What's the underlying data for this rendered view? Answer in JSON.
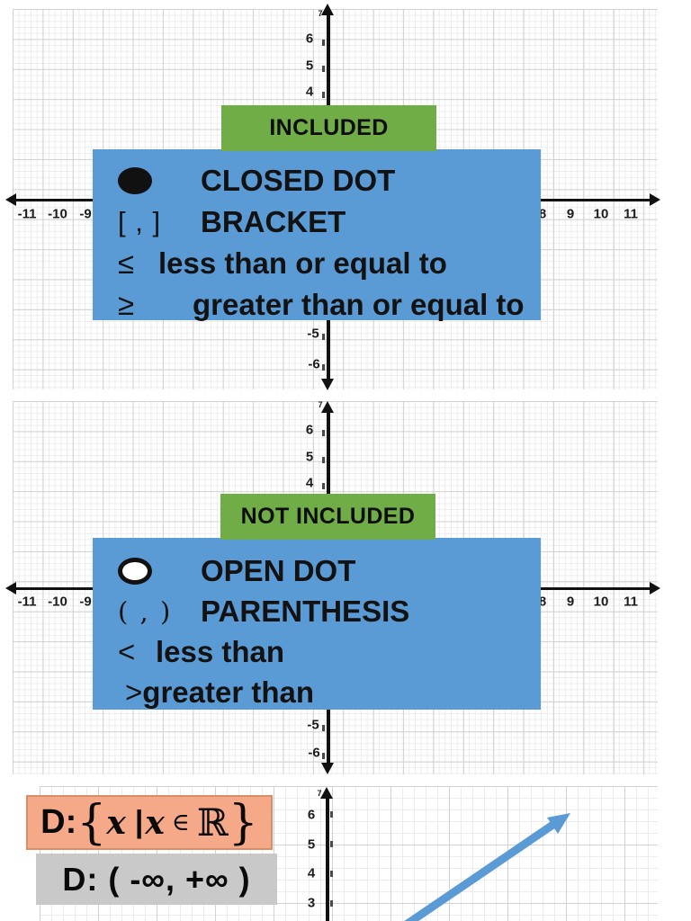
{
  "colors": {
    "box_blue": "#5b9bd5",
    "badge_green": "#70ad47",
    "domain_salmon": "#f6a988",
    "domain_gray": "#c9c9c9",
    "arrow_blue": "#5b9bd5"
  },
  "panel_included": {
    "badge": "INCLUDED",
    "axis": {
      "y_top_labels": [
        "7",
        "6",
        "5",
        "4"
      ],
      "y_bottom_labels": [
        "-5",
        "-6"
      ],
      "x_left_labels": [
        "-11",
        "-10",
        "-9"
      ],
      "x_right_labels": [
        "8",
        "9",
        "10",
        "11"
      ]
    },
    "rows": [
      {
        "icon": "closed-dot",
        "label": "CLOSED DOT"
      },
      {
        "symbol": "[ , ]",
        "label": "BRACKET"
      },
      {
        "symbol": "≤",
        "label": "less than or equal to"
      },
      {
        "symbol": "≥",
        "label": "greater than or equal to"
      }
    ]
  },
  "panel_not_included": {
    "badge": "NOT INCLUDED",
    "axis": {
      "y_top_labels": [
        "7",
        "6",
        "5",
        "4"
      ],
      "y_bottom_labels": [
        "-5",
        "-6"
      ],
      "x_left_labels": [
        "-11",
        "-10",
        "-9"
      ],
      "x_right_labels": [
        "8",
        "9",
        "10",
        "11"
      ]
    },
    "rows": [
      {
        "icon": "open-dot",
        "label": "OPEN DOT"
      },
      {
        "symbol": "( , )",
        "label": "PARENTHESIS"
      },
      {
        "symbol": "<",
        "label": "less than"
      },
      {
        "symbol": ">",
        "label": "greater than"
      }
    ]
  },
  "panel_domain": {
    "axis": {
      "y_labels": [
        "7",
        "6",
        "5",
        "4",
        "3"
      ]
    },
    "set_notation": {
      "prefix": "D:",
      "open_brace": "{",
      "x1": "x",
      "bar": "|",
      "x2": "x",
      "element_of": "∈",
      "reals": "ℝ",
      "close_brace": "}"
    },
    "interval_notation": "D: ( -∞, +∞ )"
  }
}
